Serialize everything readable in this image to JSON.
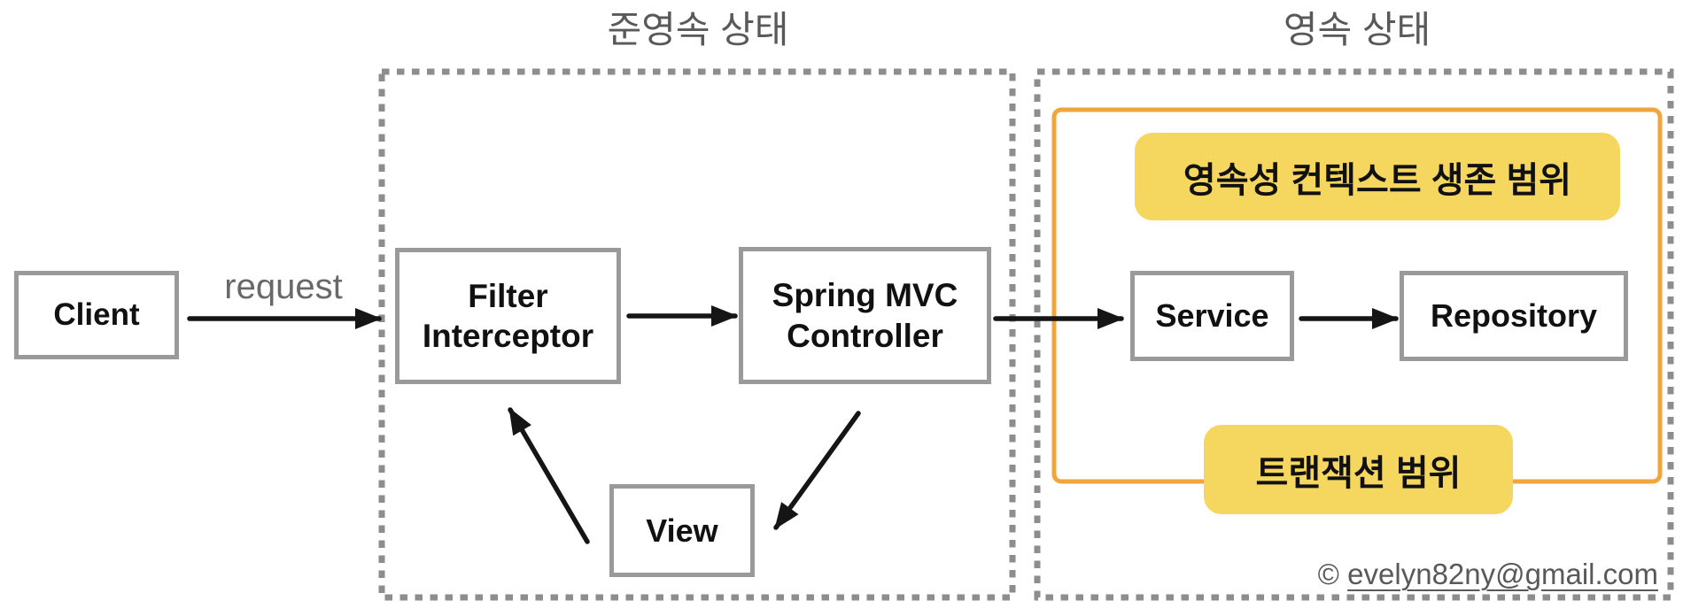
{
  "colors": {
    "yellow": "#F5D65F",
    "orange": "#F0A63C",
    "box_border": "#9A9A9A",
    "dotted_border": "#8D8D8D",
    "arrow": "#151515",
    "title_gray": "#595959",
    "label_gray": "#696969",
    "text_black": "#111111"
  },
  "titles": {
    "detached_state": "준영속 상태",
    "persistent_state": "영속 상태"
  },
  "nodes": {
    "client": "Client",
    "filter_interceptor": "Filter\nInterceptor",
    "spring_mvc_controller": "Spring MVC\nController",
    "view": "View",
    "service": "Service",
    "repository": "Repository"
  },
  "labels": {
    "request": "request",
    "persistence_context_scope": "영속성 컨텍스트 생존 범위",
    "transaction_scope": "트랜잭션 범위"
  },
  "credit": {
    "symbol": "©",
    "email": "evelyn82ny@gmail.com"
  }
}
